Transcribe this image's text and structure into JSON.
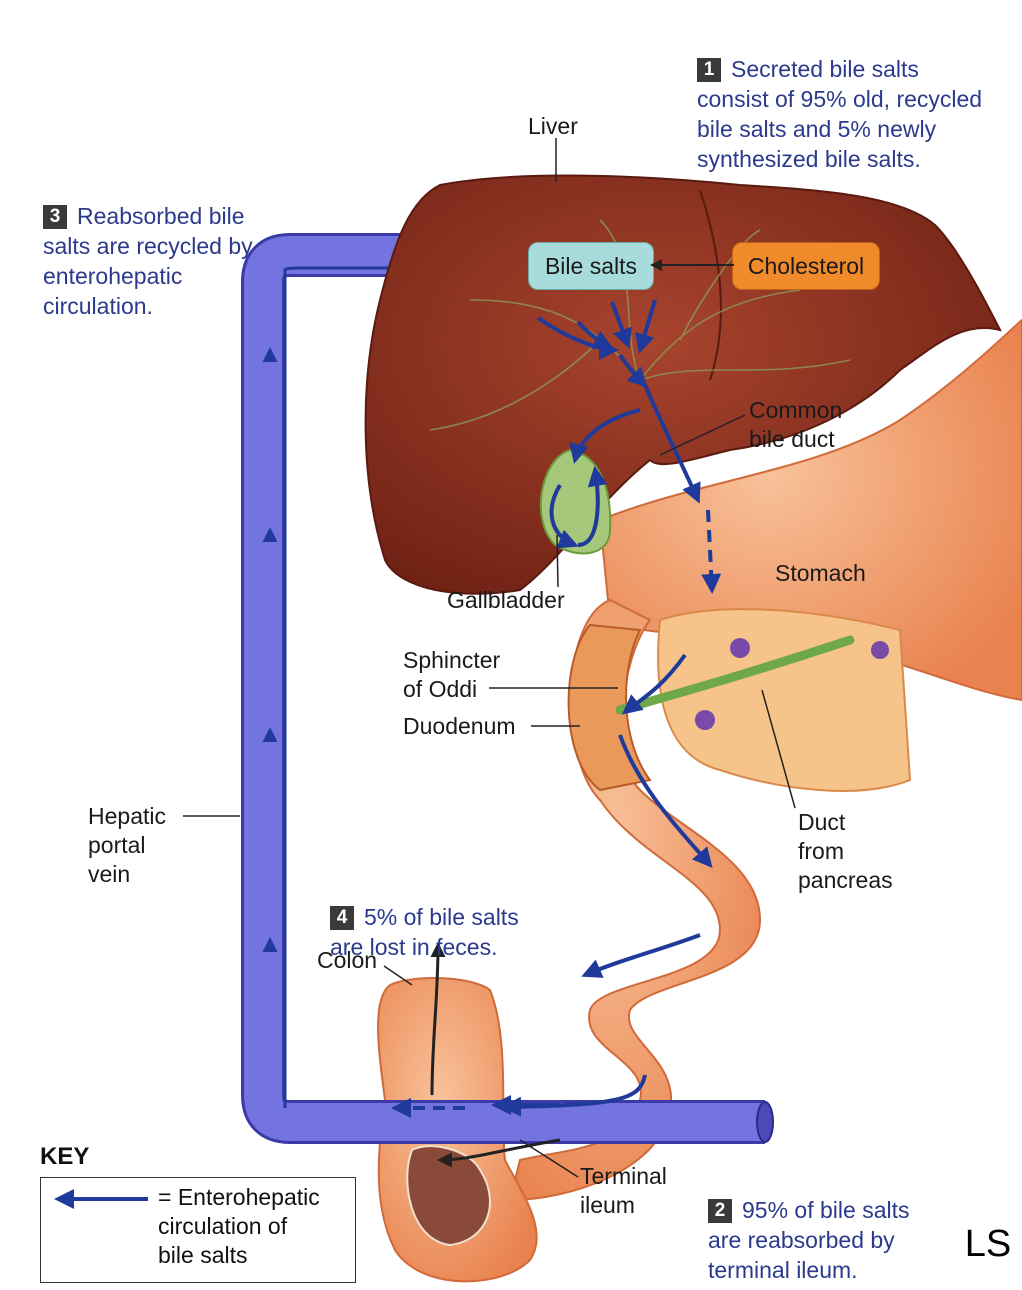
{
  "step1": {
    "num": "1",
    "text": "Secreted bile salts\nconsist of 95% old, recycled\nbile salts and 5% newly\nsynthesized bile salts."
  },
  "step2": {
    "num": "2",
    "text": "95% of bile salts\nare reabsorbed by\nterminal ileum."
  },
  "step3": {
    "num": "3",
    "text": "Reabsorbed bile\nsalts are recycled by\nenterohepatic\ncirculation."
  },
  "step4": {
    "num": "4",
    "text": "5% of bile salts\nare lost in feces."
  },
  "labels": {
    "liver": "Liver",
    "bile_salts": "Bile salts",
    "cholesterol": "Cholesterol",
    "common_bile_duct": "Common\nbile duct",
    "stomach": "Stomach",
    "gallbladder": "Gallbladder",
    "sphincter": "Sphincter\nof Oddi",
    "duodenum": "Duodenum",
    "duct_from_pancreas": "Duct\nfrom\npancreas",
    "hepatic_portal_vein": "Hepatic\nportal\nvein",
    "colon": "Colon",
    "terminal_ileum": "Terminal\nileum"
  },
  "key": {
    "title": "KEY",
    "text": "= Enterohepatic\ncirculation of\nbile salts"
  },
  "corner_mark": "LS",
  "colors": {
    "arrow": "#1f3a9a",
    "vein": "#6a6ad8",
    "liver": "#8b2e1e",
    "bile_box": "#a8dcdc",
    "chol_box": "#f08a2a",
    "intestine": "#f4a070"
  }
}
